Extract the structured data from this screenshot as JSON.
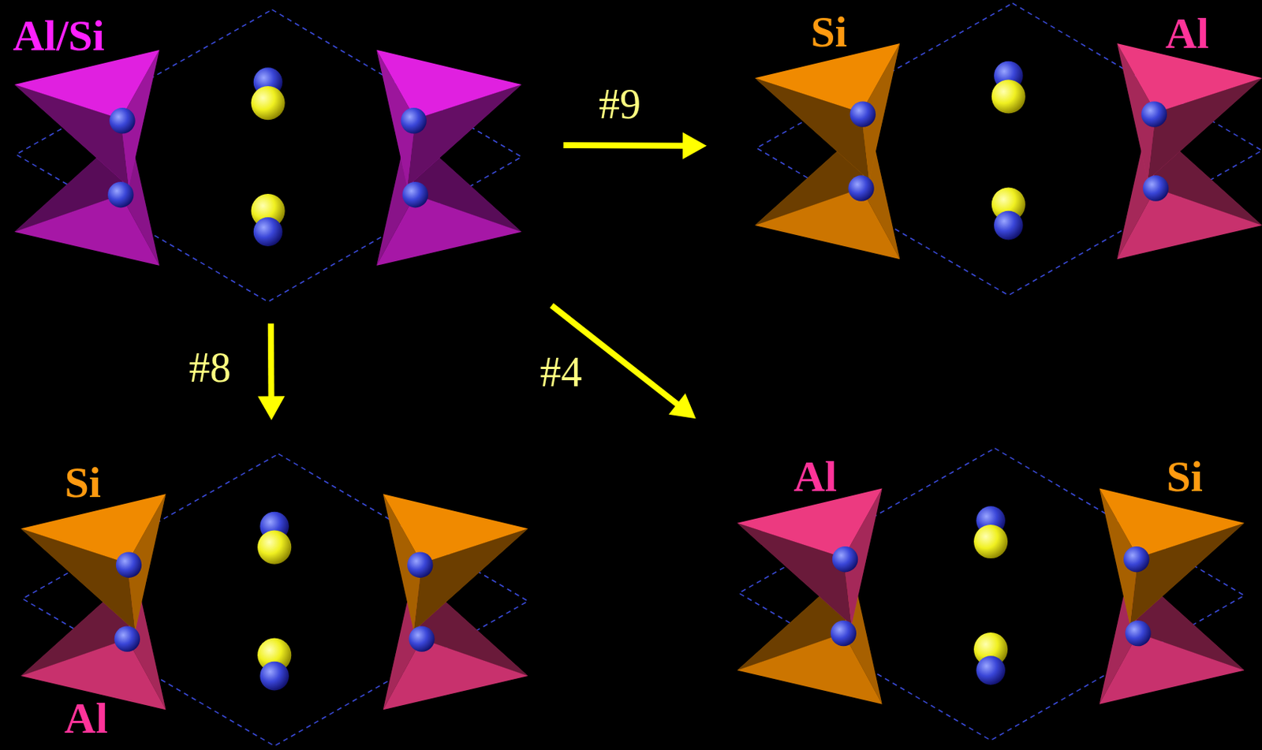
{
  "diagram": {
    "nodes": [
      {
        "text": [
          "Al/Si"
        ]
      },
      {
        "text": [
          "Si",
          "Al"
        ]
      },
      {
        "text": [
          "Si",
          "Al"
        ]
      },
      {
        "text": [
          "Al",
          "Si"
        ]
      }
    ],
    "edges": [
      {
        "from": 0,
        "to": 1,
        "arrow": "to",
        "label": "#9"
      },
      {
        "from": 0,
        "to": 2,
        "arrow": "to",
        "label": "#8"
      },
      {
        "from": 0,
        "to": 3,
        "arrow": "to",
        "label": "#4"
      }
    ]
  }
}
